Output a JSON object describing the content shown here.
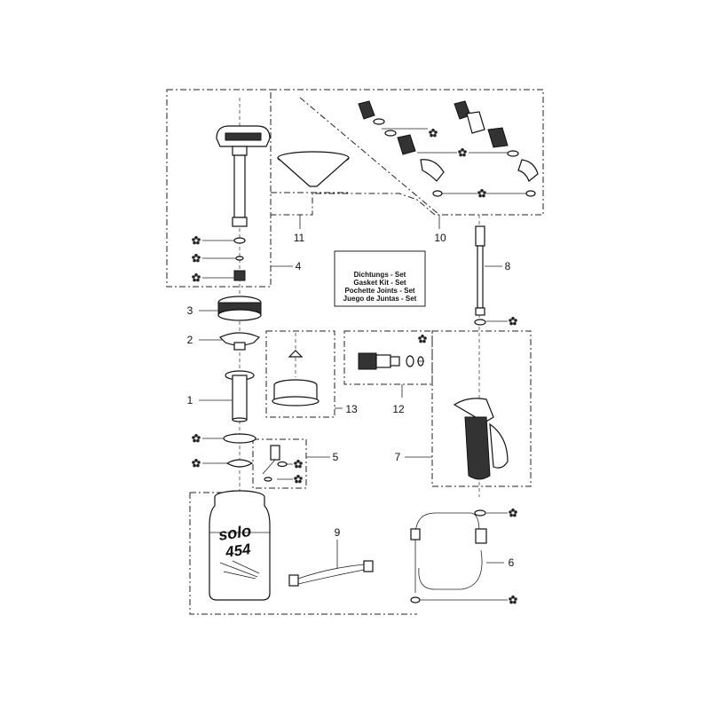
{
  "callouts": [
    {
      "id": "1",
      "text": "1"
    },
    {
      "id": "2",
      "text": "2"
    },
    {
      "id": "3",
      "text": "3"
    },
    {
      "id": "4",
      "text": "4"
    },
    {
      "id": "5",
      "text": "5"
    },
    {
      "id": "6",
      "text": "6"
    },
    {
      "id": "7",
      "text": "7"
    },
    {
      "id": "8",
      "text": "8"
    },
    {
      "id": "9",
      "text": "9"
    },
    {
      "id": "10",
      "text": "10"
    },
    {
      "id": "11",
      "text": "11"
    },
    {
      "id": "12",
      "text": "12"
    },
    {
      "id": "13",
      "text": "13"
    }
  ],
  "legend": {
    "lines": [
      "Dichtungs - Set",
      "Gasket Kit - Set",
      "Pochette Joints - Set",
      "Juego de Juntas - Set"
    ]
  },
  "tank": {
    "brand": "solo",
    "model": "454"
  },
  "icons": {
    "gasket_marker": "flower-gasket-icon"
  }
}
